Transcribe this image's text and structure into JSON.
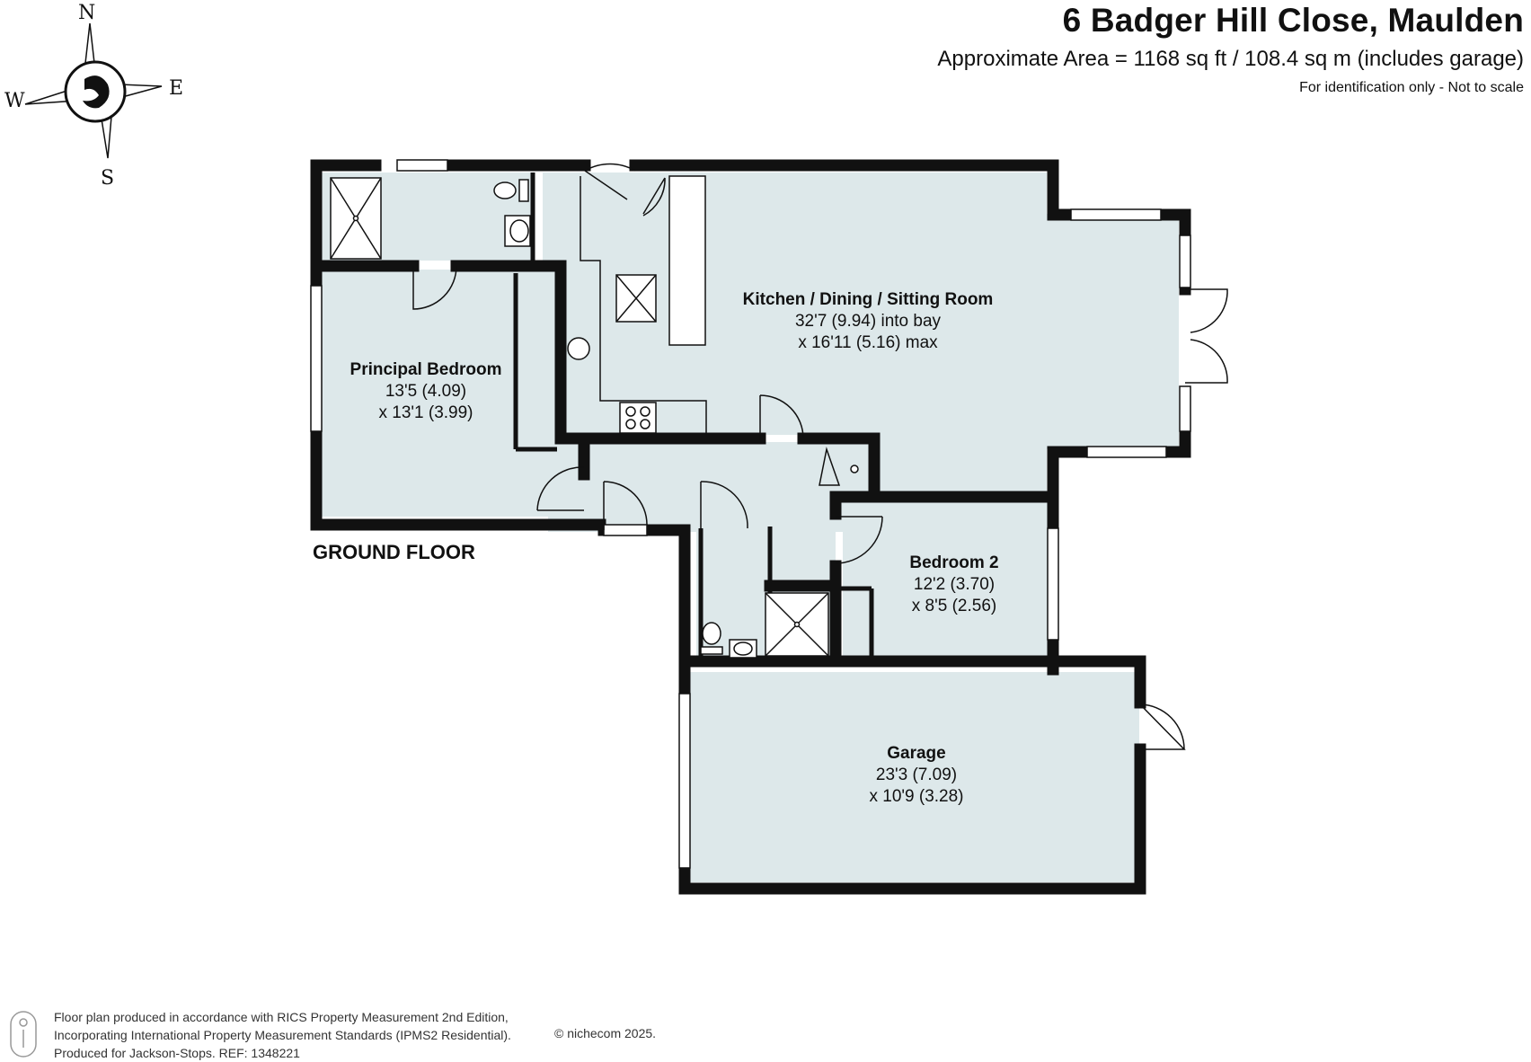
{
  "header": {
    "title": "6 Badger Hill Close, Maulden",
    "area": "Approximate Area = 1168 sq ft / 108.4 sq m (includes garage)",
    "note": "For identification only - Not to scale"
  },
  "compass": {
    "n": "N",
    "e": "E",
    "s": "S",
    "w": "W"
  },
  "floor_label": "GROUND FLOOR",
  "rooms": {
    "kitchen": {
      "name": "Kitchen / Dining / Sitting Room",
      "dim1": "32'7 (9.94) into bay",
      "dim2": "x 16'11 (5.16) max"
    },
    "principal": {
      "name": "Principal Bedroom",
      "dim1": "13'5 (4.09)",
      "dim2": "x 13'1 (3.99)"
    },
    "bedroom2": {
      "name": "Bedroom 2",
      "dim1": "12'2 (3.70)",
      "dim2": "x 8'5 (2.56)"
    },
    "garage": {
      "name": "Garage",
      "dim1": "23'3 (7.09)",
      "dim2": "x 10'9 (3.28)"
    }
  },
  "footer": {
    "line1": "Floor plan produced in accordance with RICS Property Measurement 2nd Edition,",
    "line2": "Incorporating International Property Measurement Standards (IPMS2 Residential).",
    "line3": "Produced for Jackson-Stops.   REF:  1348221",
    "copyright": "© nichecom 2025."
  },
  "colors": {
    "room_fill": "#dde8ea",
    "wall": "#111111",
    "window": "#ffffff"
  }
}
